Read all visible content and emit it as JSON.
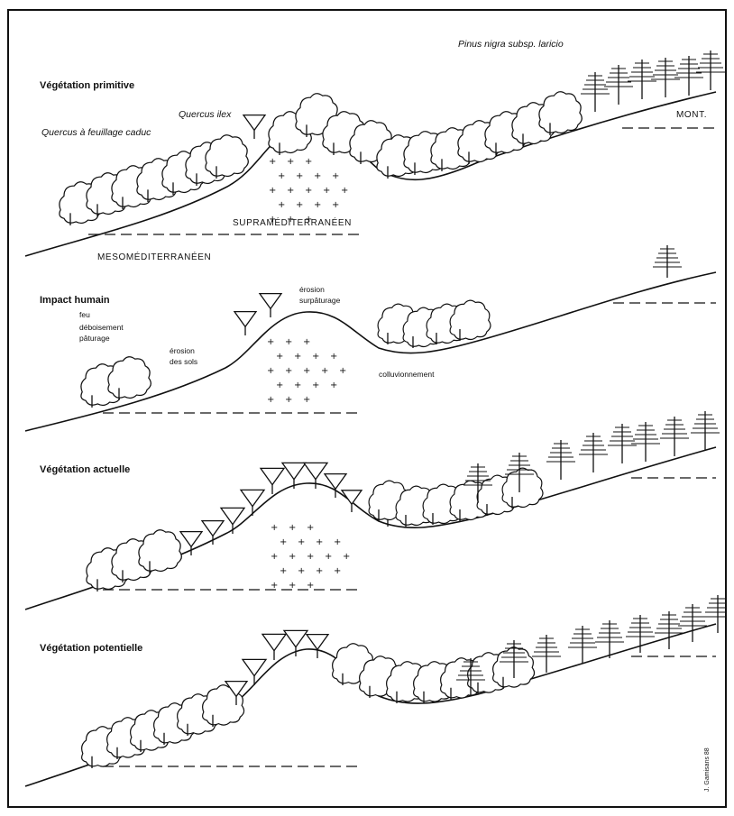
{
  "panels": [
    {
      "id": "primitive",
      "title": "Végétation primitive",
      "labels": [
        {
          "key": "pinus",
          "text": "Pinus nigra subsp. laricio"
        },
        {
          "key": "ilex",
          "text": "Quercus ilex"
        },
        {
          "key": "quercus",
          "text": "Quercus à feuillage caduc"
        },
        {
          "key": "mont",
          "text": "MONT."
        },
        {
          "key": "supra",
          "text": "SUPRAMÉDITERRANÉEN"
        },
        {
          "key": "meso",
          "text": "MESOMÉDITERRANÉEN"
        }
      ]
    },
    {
      "id": "impact",
      "title": "Impact humain",
      "labels": [
        {
          "key": "feu",
          "text": "feu"
        },
        {
          "key": "deb",
          "text": "déboisement"
        },
        {
          "key": "pat",
          "text": "pâturage"
        },
        {
          "key": "ero1",
          "text": "érosion"
        },
        {
          "key": "ero2",
          "text": "des sols"
        },
        {
          "key": "ero3",
          "text": "érosion"
        },
        {
          "key": "surp",
          "text": "surpâturage"
        },
        {
          "key": "coll",
          "text": "colluvionnement"
        }
      ]
    },
    {
      "id": "actuelle",
      "title": "Végétation actuelle",
      "labels": []
    },
    {
      "id": "potentielle",
      "title": "Végétation potentielle",
      "labels": []
    }
  ],
  "signature": "J. Gamisans 88",
  "colors": {
    "ink": "#111111",
    "paper": "#ffffff"
  }
}
